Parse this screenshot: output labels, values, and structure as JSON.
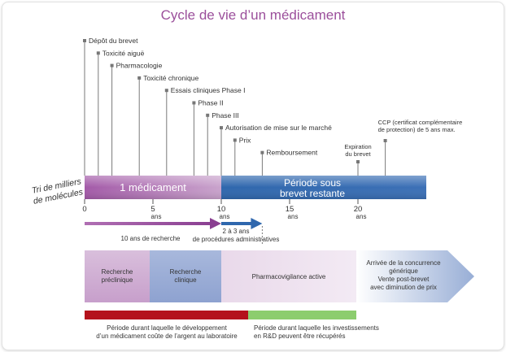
{
  "title": "Cycle de vie d’un médicament",
  "side_label_line1": "Tri de milliers",
  "side_label_line2": "de molécules",
  "milestones": [
    {
      "year": 0,
      "label": "Dépôt du brevet"
    },
    {
      "year": 1,
      "label": "Toxicité aiguë"
    },
    {
      "year": 2,
      "label": "Pharmacologie"
    },
    {
      "year": 4,
      "label": "Toxicité chronique"
    },
    {
      "year": 6,
      "label": "Essais cliniques Phase I"
    },
    {
      "year": 8,
      "label": "Phase II"
    },
    {
      "year": 9,
      "label": "Phase III"
    },
    {
      "year": 10,
      "label": "Autorisation de mise sur le marché"
    },
    {
      "year": 11,
      "label": "Prix"
    },
    {
      "year": 13,
      "label": "Remboursement"
    }
  ],
  "expiration": {
    "year": 20,
    "line1": "Expiration",
    "line2": "du brevet"
  },
  "ccp": {
    "year": 22,
    "line1": "CCP (certificat complémentaire",
    "line2": "de protection) de 5 ans max."
  },
  "bar": {
    "left_label": "1 médicament",
    "right_label_line1": "Période sous",
    "right_label_line2": "brevet restante",
    "purple_color": "#a35aa8",
    "blue_color": "#2f67ad"
  },
  "axis": {
    "ticks": [
      0,
      5,
      10,
      15,
      20
    ],
    "unit": "ans",
    "max": 25
  },
  "research_arrow": {
    "label": "10 ans de recherche",
    "end_year": 10
  },
  "admin_arrow": {
    "line1": "2 à 3 ans",
    "line2": "de procédures administratives",
    "end_year": 13
  },
  "phases": [
    {
      "line1": "Recherche",
      "line2": "préclinique"
    },
    {
      "line1": "Recherche",
      "line2": "clinique"
    },
    {
      "line1": "Pharmacovigilance active",
      "line2": ""
    },
    {
      "line1": "Arrivée de la concurrence",
      "line2": "générique",
      "line3": "Vente post-brevet",
      "line4": "avec diminution de prix"
    }
  ],
  "cost_bar": {
    "red_color": "#b4121c",
    "green_color": "#8ccd6e",
    "red_line1": "Période durant laquelle le développement",
    "red_line2": "d’un médicament coûte de l’argent au laboratoire",
    "green_line1": "Période durant laquelle les investissements",
    "green_line2": "en R&D peuvent être récupérés"
  }
}
